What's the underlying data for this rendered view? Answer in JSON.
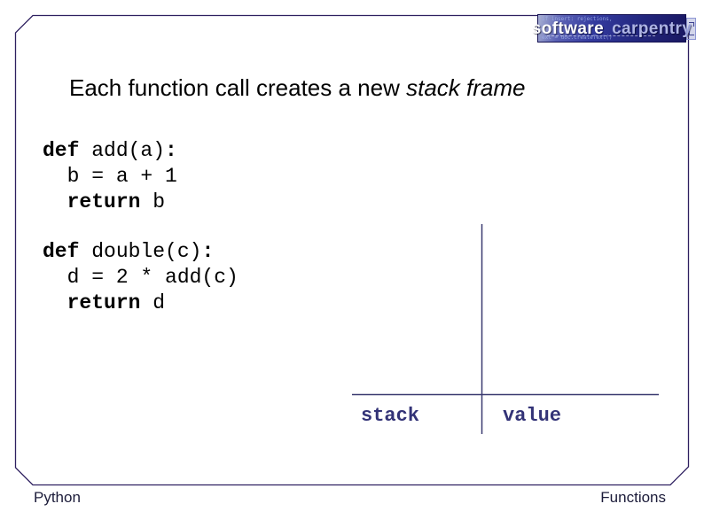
{
  "logo": {
    "word1": "software",
    "word2": "carpentry",
    "noise_top": "if insert: rejections,",
    "noise_bottom": "ext = doc.createText()"
  },
  "title": {
    "normal": "Each function call creates a new ",
    "italic": "stack frame"
  },
  "code_blocks": [
    {
      "name": "add-function",
      "lines": [
        [
          {
            "t": "def",
            "b": true
          },
          {
            "t": " add(a)",
            "b": false
          },
          {
            "t": ":",
            "b": true
          }
        ],
        [
          {
            "t": "  b = a + 1",
            "b": false
          }
        ],
        [
          {
            "t": "  ",
            "b": false
          },
          {
            "t": "return",
            "b": true
          },
          {
            "t": " b",
            "b": false
          }
        ]
      ]
    },
    {
      "name": "double-function",
      "lines": [
        [
          {
            "t": "def",
            "b": true
          },
          {
            "t": " double(c)",
            "b": false
          },
          {
            "t": ":",
            "b": true
          }
        ],
        [
          {
            "t": "  d = 2 * add(c)",
            "b": false
          }
        ],
        [
          {
            "t": "  ",
            "b": false
          },
          {
            "t": "return",
            "b": true
          },
          {
            "t": " d",
            "b": false
          }
        ]
      ]
    }
  ],
  "table": {
    "col1": "stack",
    "col2": "value"
  },
  "footer": {
    "left": "Python",
    "right": "Functions"
  },
  "colors": {
    "border": "#2e2060",
    "table_line": "#3a3a70",
    "table_label": "#333377",
    "footer_text": "#1c1c3a",
    "code_text": "#000000",
    "title_text": "#000000",
    "logo_bg_light": "#aab2d4",
    "logo_bg_mid": "#333a9e",
    "logo_bg_dark": "#191761",
    "logo_word1": "#ffffff",
    "logo_word2": "#aeb4e4"
  }
}
